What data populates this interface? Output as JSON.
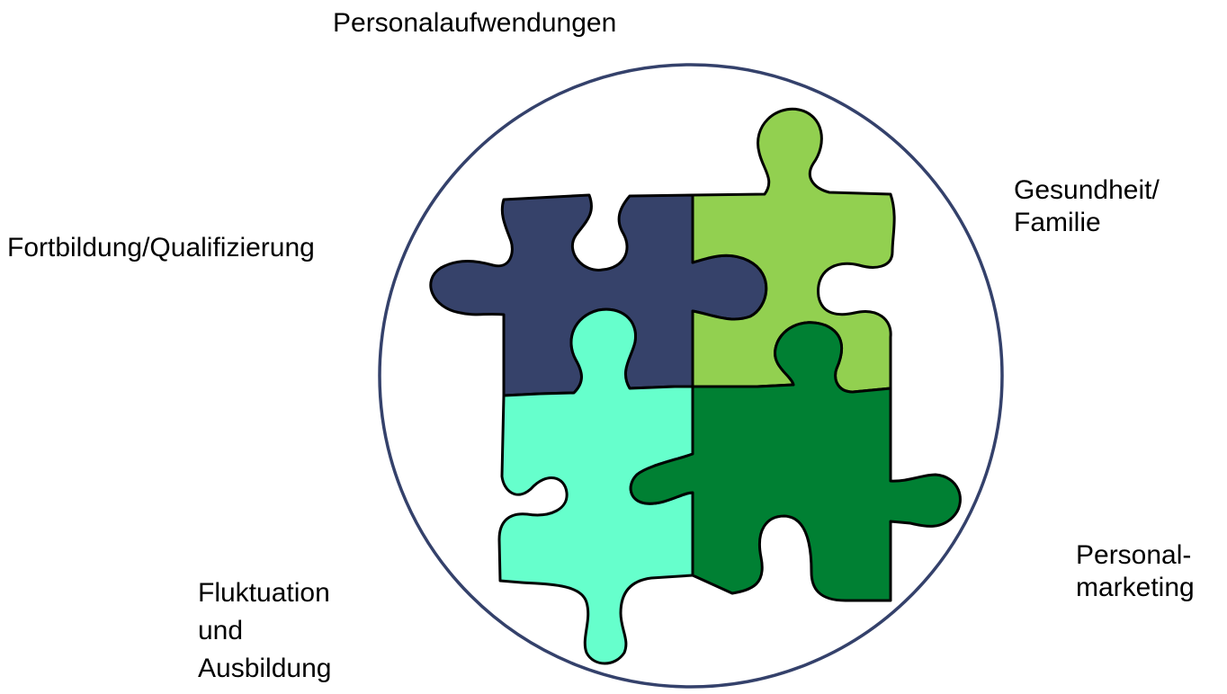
{
  "labels": {
    "top": "Personalaufwendungen",
    "left": "Fortbildung/Qualifizierung",
    "right_top": [
      "Gesundheit/",
      "Familie"
    ],
    "right_bottom": [
      "Personal-",
      "marketing"
    ],
    "bottom_left": [
      "Fluktuation",
      "und",
      "Ausbildung"
    ]
  },
  "colors": {
    "circle_stroke": "#34416b",
    "piece_navy": "#36426a",
    "piece_light_green": "#92d050",
    "piece_aqua": "#66ffcc",
    "piece_dark_green": "#008033",
    "piece_outline": "#000000"
  }
}
